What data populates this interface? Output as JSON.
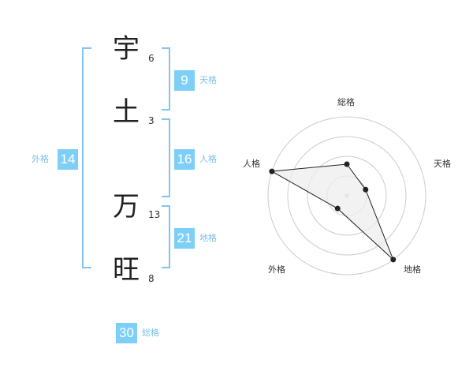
{
  "name_chars": [
    {
      "char": "宇",
      "strokes": "6"
    },
    {
      "char": "土",
      "strokes": "3"
    },
    {
      "char": "万",
      "strokes": "13"
    },
    {
      "char": "旺",
      "strokes": "8"
    }
  ],
  "scores": {
    "tenkaku": {
      "value": "9",
      "label": "天格"
    },
    "jinkaku": {
      "value": "16",
      "label": "人格"
    },
    "chikaku": {
      "value": "21",
      "label": "地格"
    },
    "gaikaku": {
      "value": "14",
      "label": "外格"
    },
    "soukaku": {
      "value": "30",
      "label": "総格"
    }
  },
  "colors": {
    "badge": "#7dcff8",
    "bracket": "#7fc7f0",
    "caption": "#7dc0e8",
    "radar_fill": "#eeeeee",
    "radar_line": "#222222",
    "grid": "#cccccc"
  },
  "chart_data": {
    "type": "radar",
    "axes": [
      "総格",
      "天格",
      "地格",
      "外格",
      "人格"
    ],
    "values": [
      0.4,
      0.25,
      1.0,
      0.2,
      1.0
    ],
    "scale_max": 1.0,
    "rings": 4
  }
}
